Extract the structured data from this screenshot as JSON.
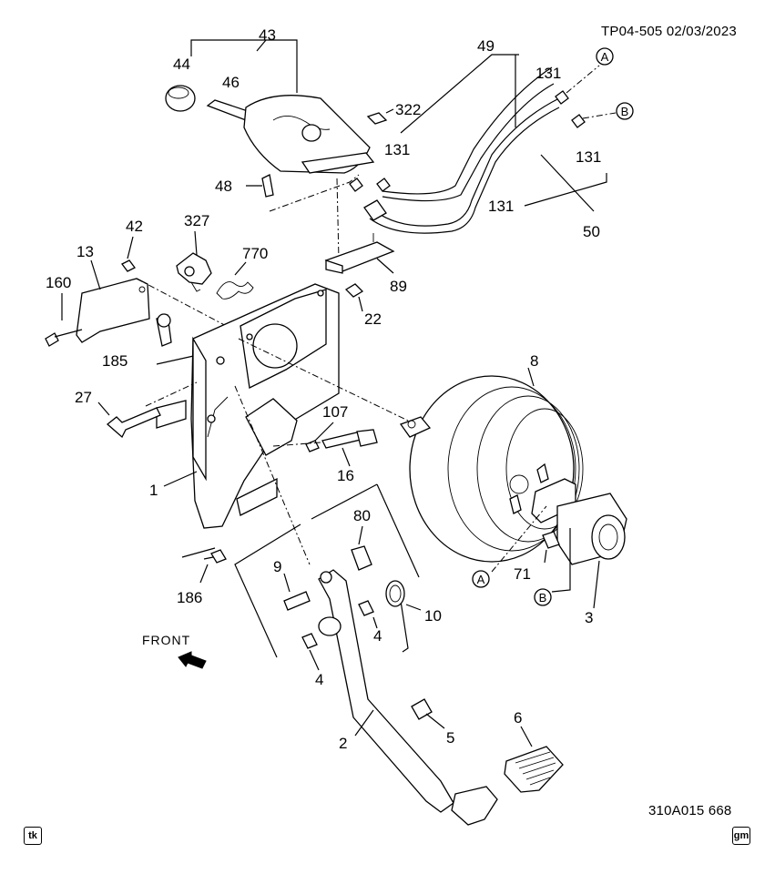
{
  "header": {
    "ref_code": "TP04-505 02/03/2023",
    "drawing_code": "310A015 668"
  },
  "front_label": "FRONT",
  "badges": {
    "left": "tk",
    "right": "gm"
  },
  "callouts": {
    "c43": "43",
    "c44": "44",
    "c46": "46",
    "c322": "322",
    "c131a": "131",
    "c48": "48",
    "c49": "49",
    "c131b": "131",
    "c131c": "131",
    "c131d": "131",
    "c50": "50",
    "c42": "42",
    "c327": "327",
    "c770": "770",
    "c13": "13",
    "c160": "160",
    "c185": "185",
    "c89": "89",
    "c22": "22",
    "c27": "27",
    "c107": "107",
    "c16": "16",
    "c8": "8",
    "c1": "1",
    "c80": "80",
    "c9": "9",
    "c10": "10",
    "c4a": "4",
    "c4b": "4",
    "c186": "186",
    "c71": "71",
    "c3": "3",
    "c2": "2",
    "c5": "5",
    "c6": "6"
  },
  "circle_refs": {
    "a1": "A",
    "b1": "B",
    "a2": "A",
    "b2": "B"
  }
}
